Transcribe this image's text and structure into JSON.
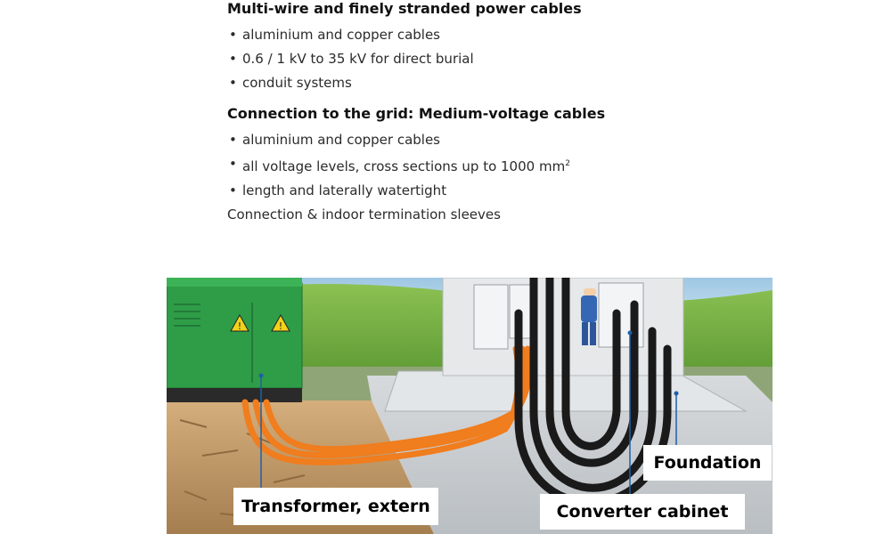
{
  "sections": [
    {
      "title": "Multi-wire and finely stranded power cables",
      "bullets": [
        "aluminium and copper cables",
        "0.6 / 1 kV to 35 kV for direct burial",
        "conduit systems"
      ]
    },
    {
      "title": "Connection to the grid: Medium-voltage cables",
      "bullets": [
        "aluminium and copper cables",
        "all voltage levels, cross sections up to 1000 mm",
        "length and laterally watertight"
      ],
      "superscript": "2",
      "footer": "Connection & indoor termination sleeves"
    }
  ],
  "labels": {
    "transformer": "Transformer, extern",
    "converter": "Converter cabinet",
    "foundation": "Foundation"
  },
  "colors": {
    "sky": "#a8cde6",
    "grass": "#7db34a",
    "soil": "#c9a271",
    "concrete": "#cfd3d6",
    "transformer_green": "#2f9d48",
    "cable_orange": "#f07d1e",
    "cable_black": "#1a1a1a",
    "pointer_blue": "#1f5fa8"
  },
  "icons": [
    "warning-icon"
  ]
}
